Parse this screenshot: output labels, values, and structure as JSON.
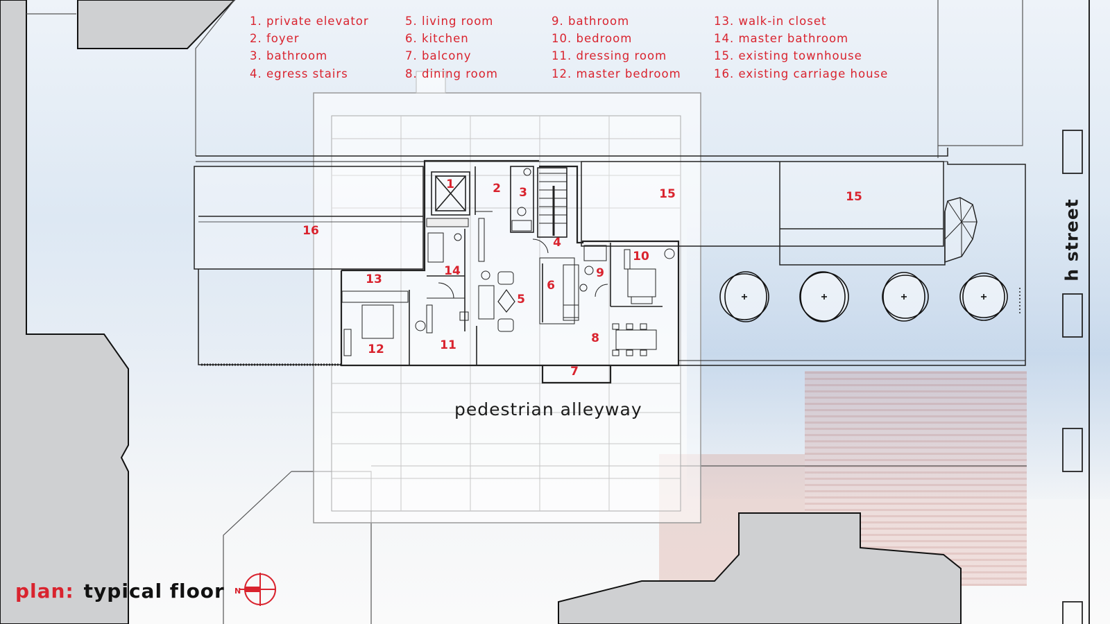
{
  "legend": [
    [
      "1. private elevator",
      "2. foyer",
      "3. bathroom",
      "4. egress stairs"
    ],
    [
      "5. living room",
      "6. kitchen",
      "7. balcony",
      "8. dining room"
    ],
    [
      "9. bathroom",
      "10. bedroom",
      "11. dressing room",
      "12. master bedroom"
    ],
    [
      "13. walk-in closet",
      "14. master bathroom",
      "15. existing townhouse",
      "16. existing carriage house"
    ]
  ],
  "room_numbers": {
    "r1": "1",
    "r2": "2",
    "r3": "3",
    "r4": "4",
    "r5": "5",
    "r6": "6",
    "r7": "7",
    "r8": "8",
    "r9": "9",
    "r10": "10",
    "r11": "11",
    "r12": "12",
    "r13": "13",
    "r14": "14",
    "r15a": "15",
    "r15b": "15",
    "r16": "16"
  },
  "labels": {
    "alley": "pedestrian alleyway",
    "street": "h street",
    "plan_label": "plan:",
    "plan_value": "typical floor"
  },
  "colors": {
    "accent": "#d9232e",
    "wall": "#1b1b1b",
    "neighbor_fill": "#cfd0d2"
  },
  "icons": {
    "north_arrow": "north-arrow-icon",
    "tree": "tree-icon"
  }
}
